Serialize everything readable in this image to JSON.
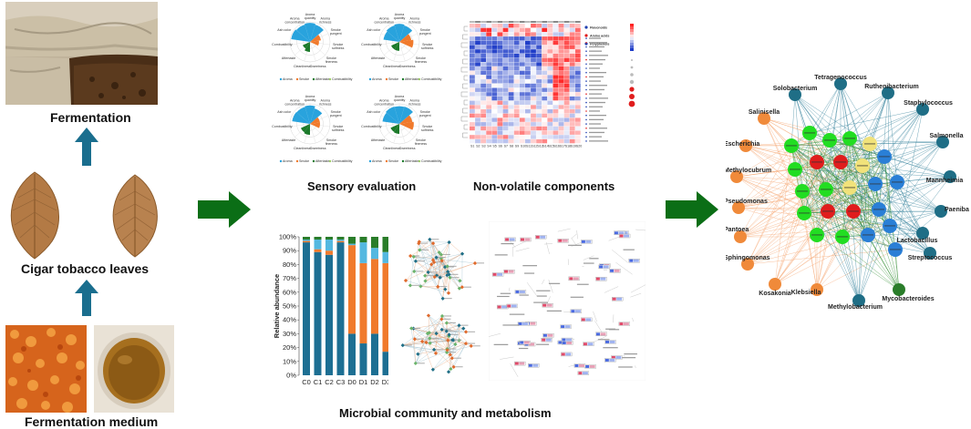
{
  "labels": {
    "fermentation": "Fermentation",
    "leaves": "Cigar tobacco leaves",
    "medium": "Fermentation medium",
    "sensory": "Sensory evaluation",
    "nonvolatile": "Non-volatile components",
    "microbial": "Microbial community and metabolism"
  },
  "radar": {
    "axes": [
      "Aroma\nquantity",
      "Aroma\nrichness",
      "Smoke\npungent",
      "Smoke\nsoftness",
      "Smoke\nfineness",
      "Sweetness",
      "Cleanliness",
      "Aftertaste",
      "Combustibility",
      "Ash color",
      "Aroma\nconcentration"
    ],
    "legend": [
      "Aroma",
      "Smoke",
      "Aftertaste",
      "Combustibility"
    ]
  },
  "heatmap": {
    "legend": [
      "Flavonoids",
      "Amino acids",
      "Polyphenols"
    ]
  },
  "stacked_bar": {
    "ylabel": "Relative abundance",
    "yticks": [
      "0%",
      "10%",
      "20%",
      "30%",
      "40%",
      "50%",
      "60%",
      "70%",
      "80%",
      "90%",
      "100%"
    ]
  },
  "chart_data": {
    "type": "bar",
    "stacked": true,
    "categories": [
      "C0",
      "C1",
      "C2",
      "C3",
      "D0",
      "D1",
      "D2",
      "D3"
    ],
    "series": [
      {
        "values": [
          96,
          89,
          87,
          96,
          30,
          23,
          30,
          17
        ]
      },
      {
        "values": [
          1,
          2,
          3,
          1,
          64,
          58,
          54,
          64
        ]
      },
      {
        "values": [
          1,
          7,
          8,
          1,
          1,
          15,
          8,
          8
        ]
      },
      {
        "values": [
          2,
          2,
          2,
          2,
          5,
          4,
          8,
          11
        ]
      }
    ],
    "ylabel": "Relative abundance",
    "ylim": [
      0,
      100
    ]
  },
  "network": {
    "outer_labels": [
      "Solobacterium",
      "Tetragenococcus",
      "Ruthenibacterium",
      "Staphylococcus",
      "Salmonella",
      "Salinisella",
      "Escherichia",
      "Methylocubrum",
      "Pseudomonas",
      "Paenibacillus",
      "Pantoea",
      "Sphingomonas",
      "Kosakonia",
      "Klebsiella",
      "Methylobacterium",
      "Mycobacteroides",
      "Streptococcus",
      "Mannheimia",
      "Lactobacillus"
    ],
    "inner_labels": [
      "Polyphenols",
      "Flavonoids",
      "Amino acids"
    ]
  },
  "colors": {
    "arrow_green": "#0b6e16",
    "arrow_blue": "#1a6e8e",
    "bar_blue": "#1d6f93",
    "bar_orange": "#f07a2c",
    "bar_light": "#54b8e0",
    "bar_green": "#2a7d2a",
    "node_green": "#22dd22",
    "node_blue": "#2a7fd6",
    "node_orange": "#f08a3a",
    "node_teal": "#1f6e86",
    "node_red": "#e01d1d",
    "node_yellow": "#f1e27a"
  }
}
